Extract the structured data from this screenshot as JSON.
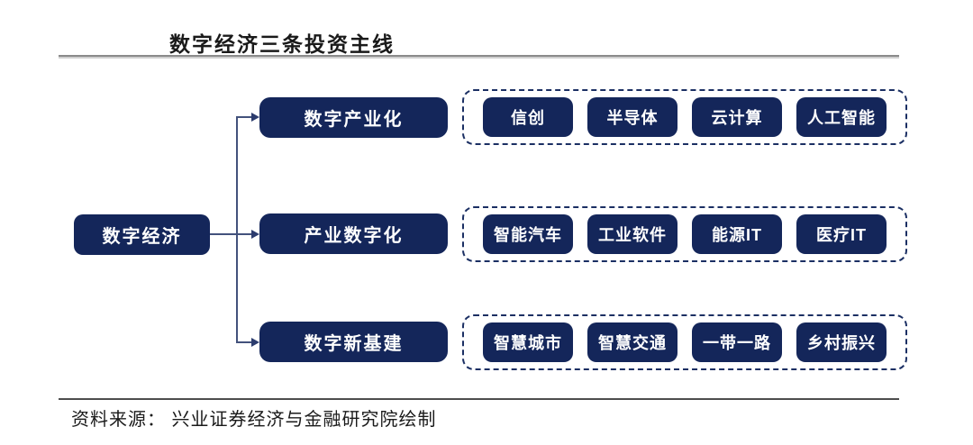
{
  "title": "数字经济三条投资主线",
  "source": "资料来源： 兴业证券经济与金融研究院绘制",
  "colors": {
    "node_navy": "#14265a",
    "dashed_border_navy": "#1b2f63",
    "connector": "#43527c",
    "title_rule_gray": "#8a8a8a",
    "bottom_rule_gray": "#4d4d4d"
  },
  "root": {
    "label": "数字经济"
  },
  "branches": [
    {
      "label": "数字产业化",
      "items": [
        "信创",
        "半导体",
        "云计算",
        "人工智能"
      ]
    },
    {
      "label": "产业数字化",
      "items": [
        "智能汽车",
        "工业软件",
        "能源IT",
        "医疗IT"
      ]
    },
    {
      "label": "数字新基建",
      "items": [
        "智慧城市",
        "智慧交通",
        "一带一路",
        "乡村振兴"
      ]
    }
  ]
}
